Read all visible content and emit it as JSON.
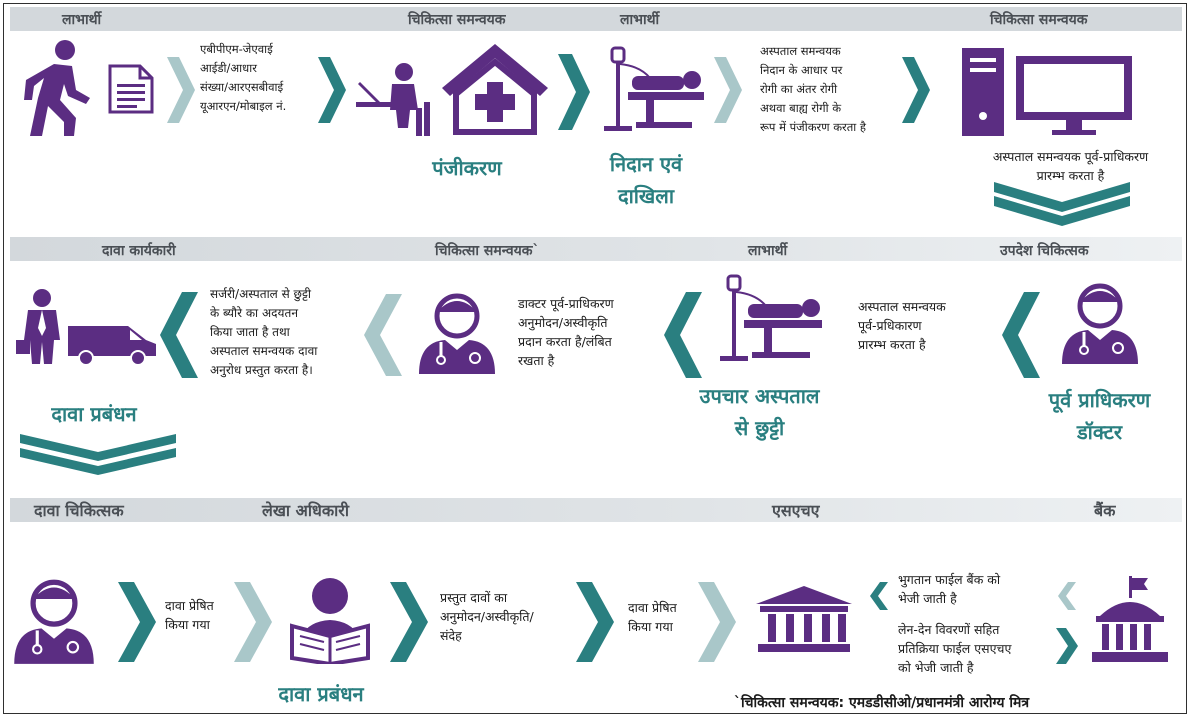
{
  "colors": {
    "purple": "#5b2d82",
    "teal": "#2a7f80",
    "light_teal": "#a9c7c9",
    "band": "#d3d8dc"
  },
  "row1": {
    "headers": [
      "लाभार्थी",
      "चिकित्सा समन्वयक",
      "लाभार्थी",
      "चिकित्सा समन्वयक"
    ],
    "note_ids": [
      "एबीपीएम-जेएवाई",
      "आईडी/आधार",
      "संख्या/आरएसबीवाई",
      "यूआरएन/मोबाइल नं."
    ],
    "note_register": [
      "अस्पताल समन्वयक",
      "निदान के आधार पर",
      "रोगी का अंतर रोगी",
      "अथवा बाह्य रोगी के",
      "रूप में पंजीकरण करता है"
    ],
    "note_preauth": [
      "अस्पताल समन्वयक पूर्व-प्राधिकरण",
      "प्रारम्भ करता है"
    ],
    "title_registration": "पंजीकरण",
    "title_diagnosis": [
      "निदान एवं",
      "दाखिला"
    ]
  },
  "row2": {
    "headers": [
      "दावा कार्यकारी",
      "चिकित्सा समन्वयक`",
      "लाभार्थी",
      "उपदेश चिकित्सक"
    ],
    "note_update": [
      "सर्जरी/अस्पताल से छुट्टी",
      "के ब्यौरे का अदयतन",
      "किया जाता है तथा",
      "अस्पताल समन्वयक दावा",
      "अनुरोध प्रस्तुत करता है।"
    ],
    "note_doctor": [
      "डाक्टर पूर्व-प्राधिकरण",
      "अनुमोदन/अस्वीकृति",
      "प्रदान करता है/लंबित",
      "रखता है"
    ],
    "note_preauth": [
      "अस्पताल समन्वयक",
      "पूर्व-प्रधिकारण",
      "प्रारम्भ करता है"
    ],
    "title_claim": "दावा प्रबंधन",
    "title_treatment": [
      "उपचार अस्पताल",
      "से छुट्टी"
    ],
    "title_preauth_doctor": [
      "पूर्व प्राधिकरण",
      "डॉक्टर"
    ]
  },
  "row3": {
    "headers": [
      "दावा चिकित्सक",
      "लेखा अधिकारी",
      "एसएचए",
      "बैंक"
    ],
    "note_sent1": [
      "दावा प्रेषित",
      "किया गया"
    ],
    "note_approve": [
      "प्रस्तुत दावों का",
      "अनुमोदन/अस्वीकृति/",
      "संदेह"
    ],
    "note_sent2": [
      "दावा प्रेषित",
      "किया गया"
    ],
    "note_bank": [
      "भुगतान फाईल बैंक को",
      "भेजी जाती है"
    ],
    "note_response": [
      "लेन-देन विवरणों सहित",
      "प्रतिक्रिया फाईल एसएचए",
      "को भेजी जाती है"
    ],
    "title_claim": "दावा प्रबंधन",
    "footnote": "`चिकित्सा समन्वयक: एमडडीसीओ/प्रधानमंत्री आरोग्य मित्र"
  },
  "icons": [
    "walking-person-icon",
    "document-icon",
    "desk-worker-icon",
    "hospital-icon",
    "patient-bed-icon",
    "computer-icon",
    "claim-executive-icon",
    "ambulance-icon",
    "doctor-icon",
    "reading-person-icon",
    "bank-building-icon"
  ]
}
